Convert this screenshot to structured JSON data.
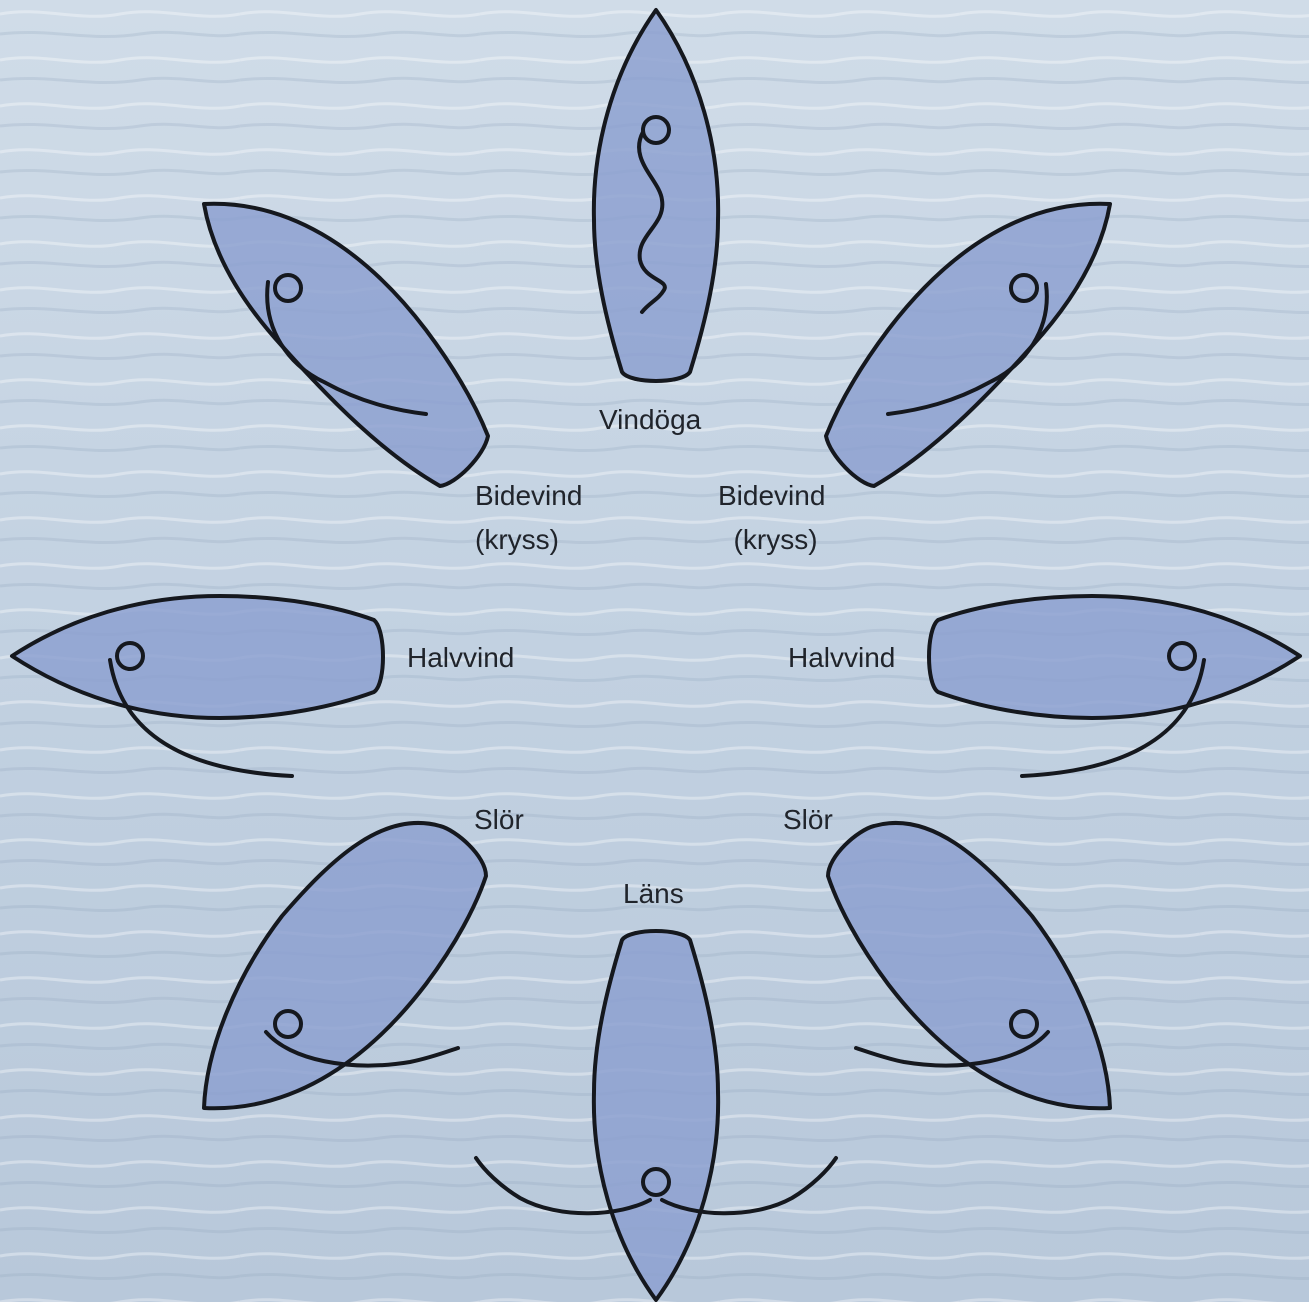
{
  "labels": {
    "vindoga": "Vindöga",
    "bidevind_left": "Bidevind\n(kryss)",
    "bidevind_right": "Bidevind\n  (kryss)",
    "halvvind_left": "Halvvind",
    "halvvind_right": "Halvvind",
    "slor_left": "Slör",
    "slor_right": "Slör",
    "lans": "Läns"
  },
  "colors": {
    "water": "#c4d3e2",
    "hull_fill": "#8b9fcf",
    "outline": "#15181e",
    "text": "#20242b"
  }
}
